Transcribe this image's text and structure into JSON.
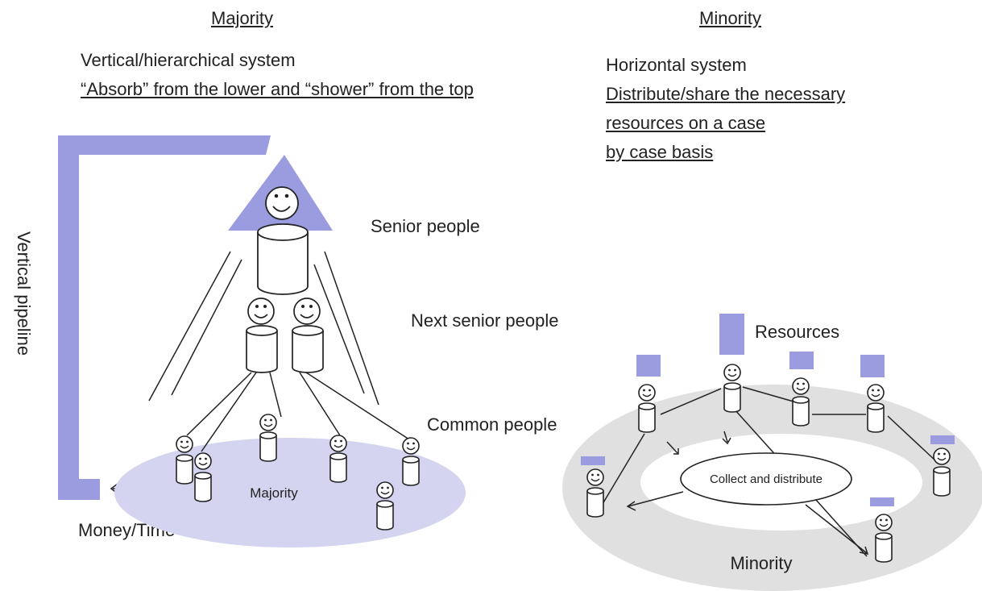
{
  "headers": {
    "majority": "Majority",
    "minority": "Minority"
  },
  "majority": {
    "system": "Vertical/hierarchical system",
    "flow": "“Absorb” from the lower and “shower” from the top",
    "levels": [
      "Senior people",
      "Next senior people",
      "Common people"
    ],
    "group_label": "Majority",
    "pipeline_label": "Vertical pipeline",
    "money_label": "Money/Time"
  },
  "minority": {
    "system": "Horizontal system",
    "share_lines": [
      "Distribute/share the necessary",
      "resources on a case",
      "by case basis"
    ],
    "resources_label": "Resources",
    "hub_label": "Collect and distribute",
    "group_label": "Minority"
  },
  "colors": {
    "accent": "#9b9be0",
    "accent_light": "#d4d4f0",
    "ring": "#e0e0e0",
    "ink": "#222222"
  },
  "icons": [
    "smiley-face-icon",
    "cylinder-body-icon",
    "resource-block-icon"
  ]
}
